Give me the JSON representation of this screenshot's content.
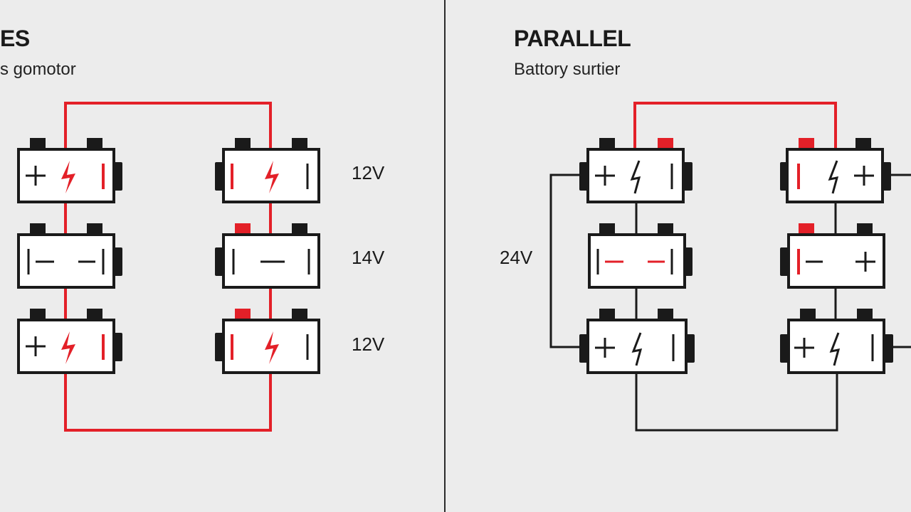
{
  "series_panel": {
    "title": "ES",
    "subtitle": "s gomotor",
    "voltage_labels": [
      "12V",
      "14V",
      "12V"
    ]
  },
  "parallel_panel": {
    "title": "PARALLEL",
    "subtitle": "Battory surtier",
    "voltage_label": "24V"
  },
  "colors": {
    "background": "#ececec",
    "wire_red": "#e32028",
    "wire_black": "#1a1a1a",
    "battery_fill": "#ffffff",
    "divider": "#2a2a2a"
  },
  "icons": [
    "battery-icon",
    "plus-icon",
    "minus-icon",
    "lightning-icon"
  ]
}
